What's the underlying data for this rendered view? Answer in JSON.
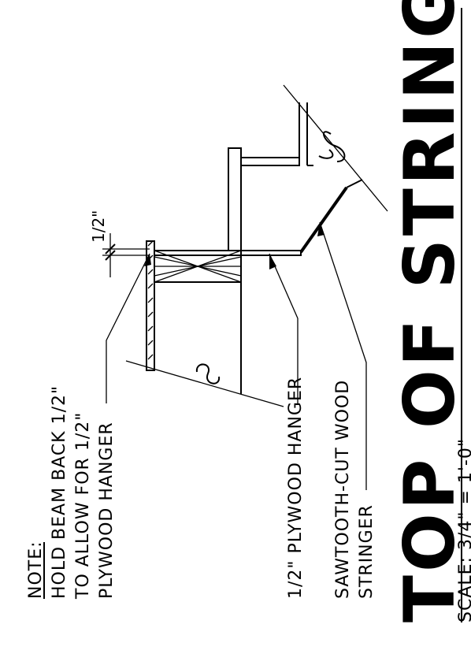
{
  "note": {
    "heading": "NOTE:",
    "lines": [
      "HOLD BEAM BACK 1/2\"",
      "TO ALLOW FOR 1/2\"",
      "PLYWOOD HANGER"
    ]
  },
  "callouts": {
    "hanger": "1/2\" PLYWOOD HANGER",
    "stringer_line1": "SAWTOOTH-CUT WOOD",
    "stringer_line2": "STRINGER"
  },
  "dimension": "1/2\"",
  "title": "TOP OF STRINGER",
  "scale": "SCALE: 3/4\" = 1'-0\""
}
